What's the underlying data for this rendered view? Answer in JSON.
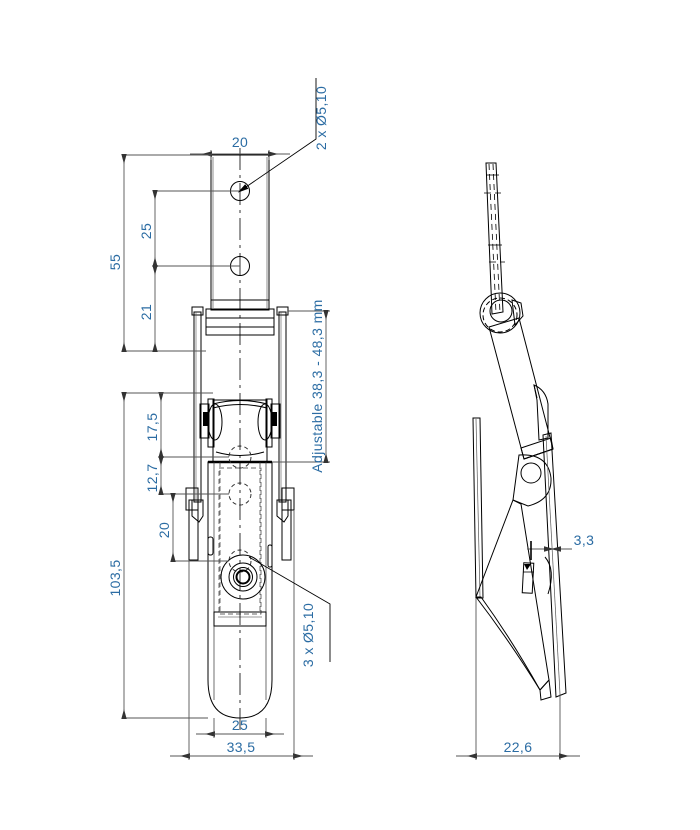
{
  "drawing": {
    "title": "Adjustable toggle latch technical drawing",
    "units": "mm",
    "line_color": "#000000",
    "dimension_text_color": "#2b6ca3",
    "dimension_line_color": "#555555",
    "background": "#ffffff"
  },
  "views": {
    "front": {
      "name": "front-view"
    },
    "side": {
      "name": "side-view"
    }
  },
  "dimensions": {
    "hole_note_top": "2 x Ø5,10",
    "hole_note_bottom": "3 x Ø5,10",
    "adjustable_note": "Adjustable 38,3 - 48,3 mm",
    "width_20": "20",
    "dim_55": "55",
    "dim_25_upper": "25",
    "dim_21": "21",
    "dim_17_5": "17,5",
    "dim_12_7": "12,7",
    "dim_20_lower": "20",
    "dim_103_5": "103,5",
    "width_25": "25",
    "width_33_5": "33,5",
    "side_3_3": "3,3",
    "side_22_6": "22,6"
  }
}
